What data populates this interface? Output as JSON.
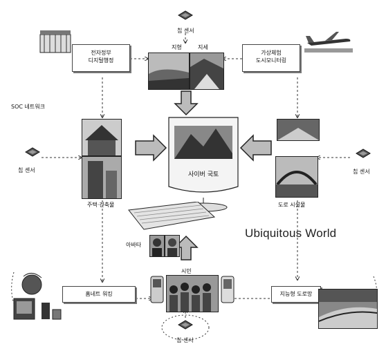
{
  "labels": {
    "chip_top": "칩 센서",
    "chip_left": "칩 센서",
    "chip_right": "칩 센서",
    "chip_bottom": "칩 센서",
    "terrain": "지형",
    "land": "지세",
    "soc_network": "SOC 네트워크",
    "housing": "주택·건축물",
    "road_facilities": "도로 시설물",
    "cyber_territory": "사이버 국토",
    "ubiquitous_world": "Ubiquitous World",
    "avatar": "아바타",
    "citizen": "시민"
  },
  "boxes": {
    "egov": [
      "전자정부",
      "디지털행정"
    ],
    "virtual_city": [
      "가상체험",
      "도시모니터링"
    ],
    "home_network": "홈네트 워킹",
    "smart_road": "지능형 도로망"
  }
}
